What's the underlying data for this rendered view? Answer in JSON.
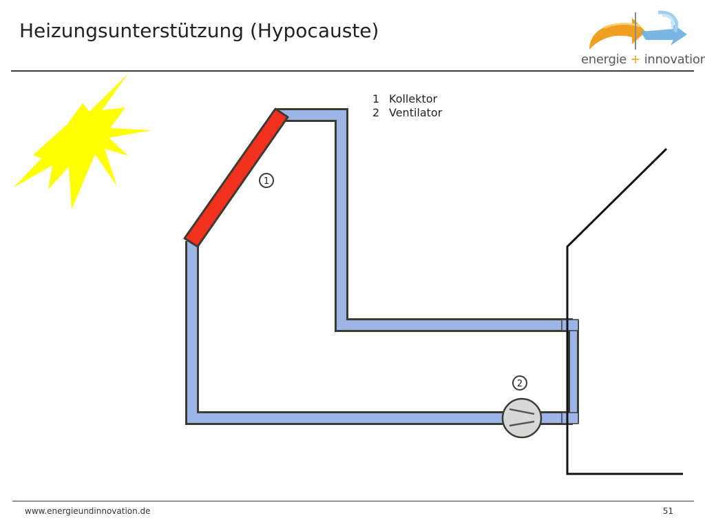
{
  "slide": {
    "title": "Heizungsunterstützung (Hypocauste)",
    "footer_url": "www.energieundinnovation.de",
    "page_number": "51"
  },
  "logo": {
    "word1": "energie",
    "plus": "+",
    "word2": "innovation"
  },
  "legend": [
    {
      "num": "1",
      "label": "Kollektor"
    },
    {
      "num": "2",
      "label": "Ventilator"
    }
  ],
  "markers": {
    "collector": "1",
    "fan": "2"
  },
  "colors": {
    "duct": "#9db5e6",
    "duct_outline": "#3b3b33",
    "collector": "#f2301e",
    "sun": "#ffff00",
    "fan": "#d8d8d8"
  }
}
